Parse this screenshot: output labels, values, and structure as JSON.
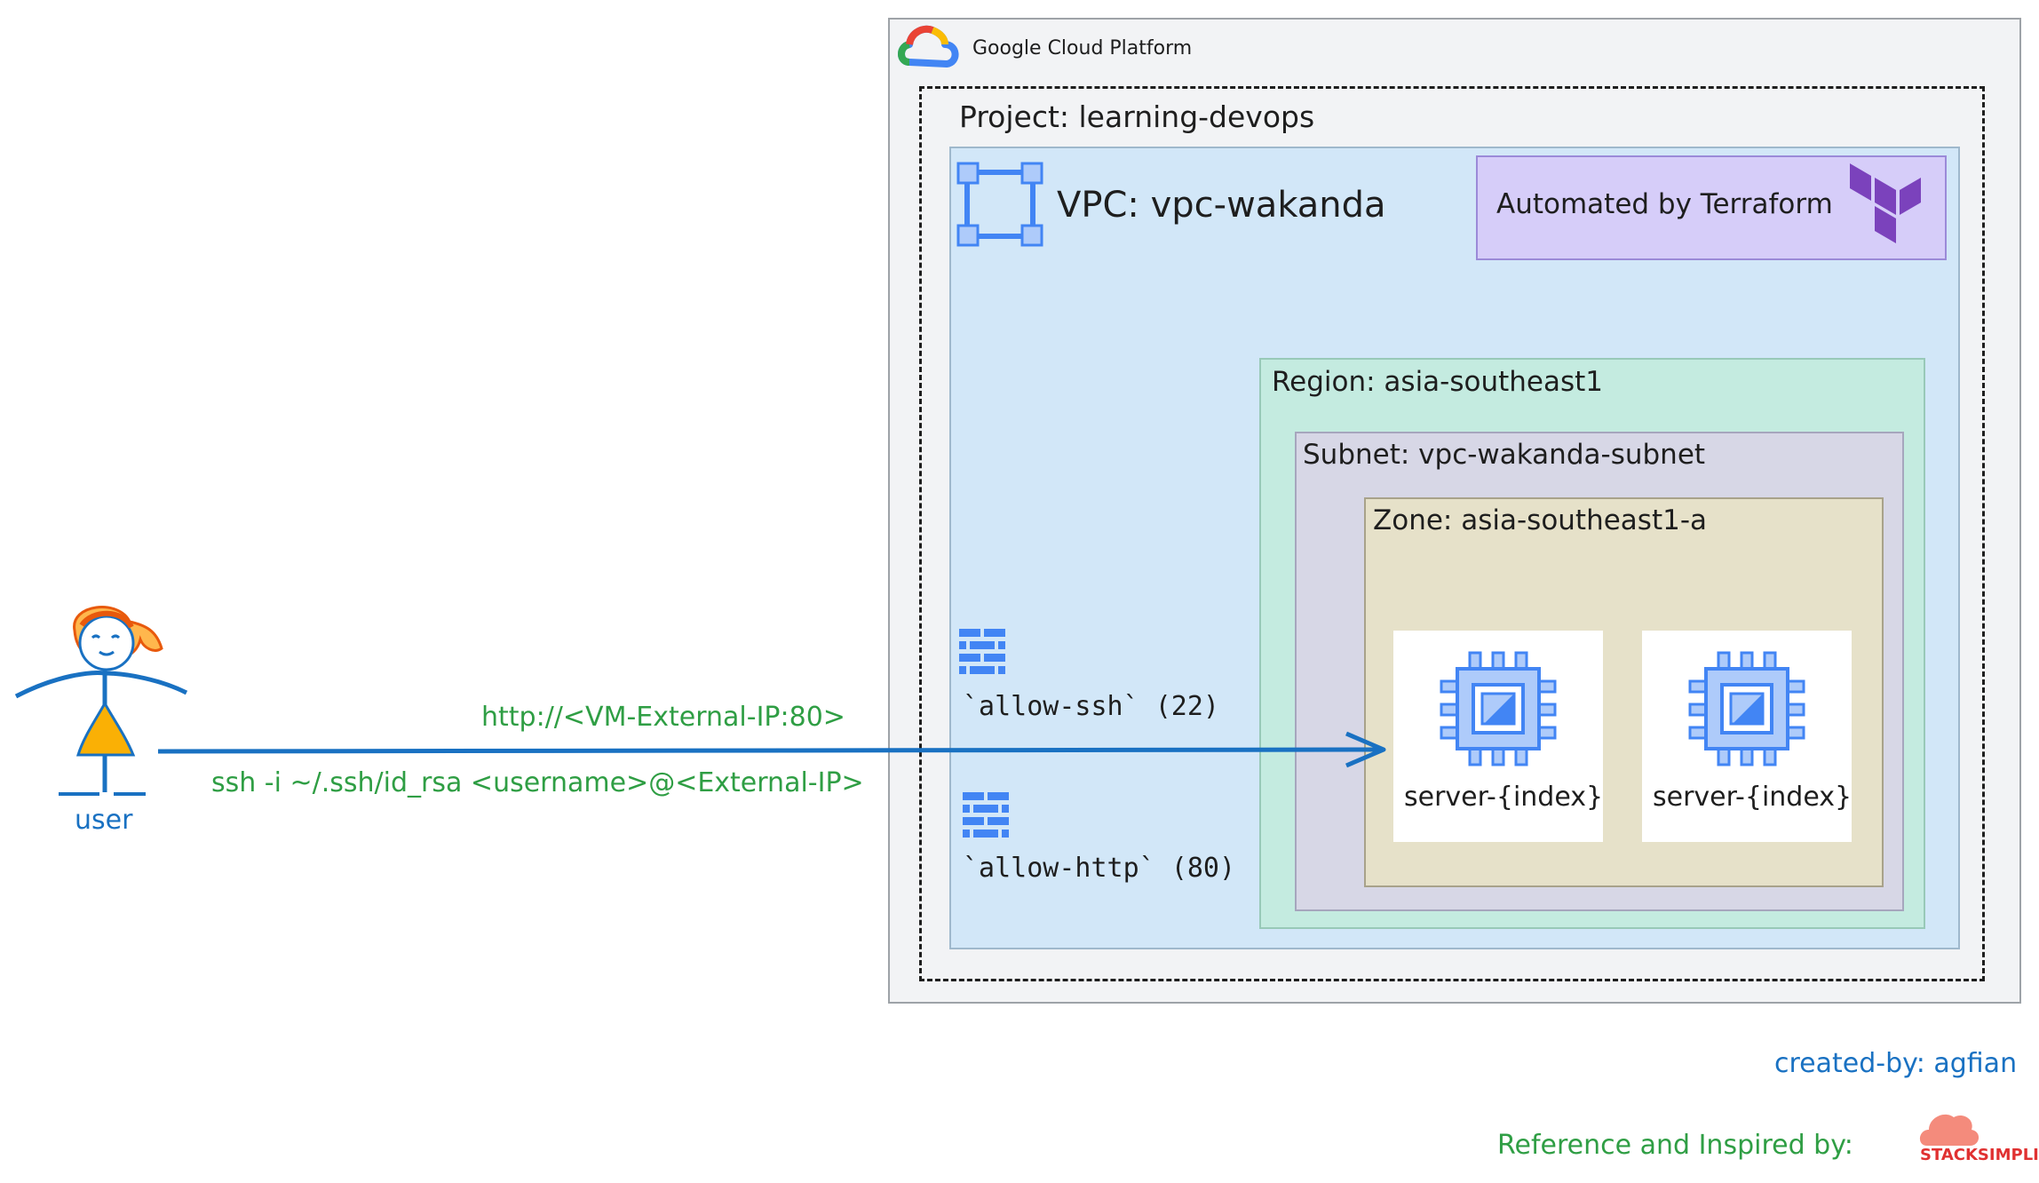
{
  "gcp": {
    "title": "Google Cloud Platform",
    "icon": "google-cloud-logo"
  },
  "project": {
    "title": "Project: learning-devops"
  },
  "vpc": {
    "title": "VPC: vpc-wakanda",
    "icon": "vpc-network-icon"
  },
  "terraform": {
    "label": "Automated by Terraform",
    "icon": "terraform-logo"
  },
  "region": {
    "title": "Region: asia-southeast1"
  },
  "subnet": {
    "title": "Subnet: vpc-wakanda-subnet"
  },
  "zone": {
    "title": "Zone: asia-southeast1-a"
  },
  "servers": [
    {
      "label": "server-{index}",
      "icon": "compute-engine-icon"
    },
    {
      "label": "server-{index}",
      "icon": "compute-engine-icon"
    }
  ],
  "firewalls": [
    {
      "label": "`allow-ssh` (22)",
      "icon": "firewall-icon"
    },
    {
      "label": "`allow-http` (80)",
      "icon": "firewall-icon"
    }
  ],
  "user": {
    "label": "user",
    "icon": "stick-figure-user"
  },
  "connection": {
    "http": "http://<VM-External-IP:80>",
    "ssh": "ssh -i ~/.ssh/id_rsa <username>@<External-IP>"
  },
  "footer": {
    "created_by": "created-by: agfian",
    "reference": "Reference and Inspired by:",
    "stacksimplify": "STACKSIMPLIFY"
  },
  "colors": {
    "green_text": "#2f9e44",
    "blue_text": "#1971c2",
    "vpc_bg": "#d2e7f8",
    "region_bg": "#c4ebe0",
    "subnet_bg": "#d7d7e6",
    "zone_bg": "#e6e1c9",
    "terraform_bg": "#d6cdf9",
    "terraform_purple": "#7b42bc",
    "gcp_icon_blue": "#4285f4",
    "gcp_icon_light_blue": "#aecbfa"
  }
}
